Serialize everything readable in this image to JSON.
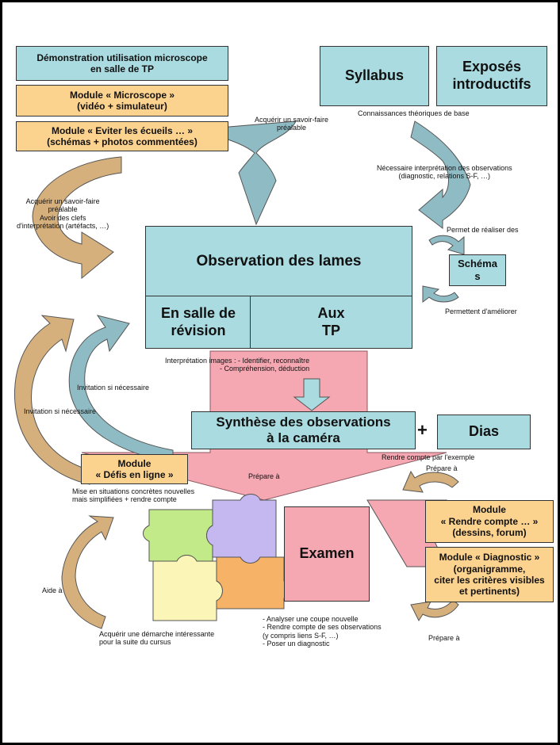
{
  "boxes": {
    "demo": "Démonstration utilisation microscope\nen salle de TP",
    "module_microscope": "Module « Microscope »\n(vidéo + simulateur)",
    "module_ecueils": "Module « Eviter les écueils … »\n(schémas + photos commentées)",
    "syllabus": "Syllabus",
    "exposes": "Exposés\nintroductifs",
    "observation": "Observation des lames",
    "salle_revision": "En salle de\nrévision",
    "aux_tp": "Aux\nTP",
    "schemas": "Schéma\ns",
    "synthese": "Synthèse des observations\nà la caméra",
    "plus": "+",
    "dias": "Dias",
    "defis": "Module\n« Défis en ligne »",
    "examen": "Examen",
    "rendre_compte_module": "Module\n« Rendre compte … »\n(dessins, forum)",
    "diagnostic_module": "Module « Diagnostic »\n(organigramme,\nciter les critères visibles\net pertinents)"
  },
  "labels": {
    "acquerir_top": "Acquérir un savoir-faire\npréalable",
    "connaissances": "Connaissances théoriques de base",
    "necessaire": "Nécessaire interprétation des observations\n(diagnostic, relations S-F, …)",
    "acquerir_left": "Acquérir un savoir-faire\npréalable\nAvoir des clefs\nd'interprétation (artéfacts, …)",
    "permet_realiser": "Permet de réaliser des",
    "permettent_ameliorer": "Permettent d'améliorer",
    "interpretation": "Interprétation images : - Identifier, reconnaître\n- Compréhension, déduction",
    "invitation_1": "Invitation si nécessaire",
    "invitation_2": "Invitation si nécessaire",
    "rendre_compte_ex": "Rendre compte par l'exemple",
    "prepare_a_center": "Prépare à",
    "prepare_a_right_top": "Prépare à",
    "prepare_a_right_bottom": "Prépare à",
    "mise_situations": "Mise en situations concrètes nouvelles\nmais simplifiées + rendre compte",
    "aide_a": "Aide à",
    "acquerir_demarche": "Acquérir une démarche intéressante\npour la suite du cursus",
    "exam_tasks": "- Analyser une coupe nouvelle\n- Rendre compte de ses observations\n(y compris liens S-F, …)\n- Poser un diagnostic"
  },
  "colors": {
    "blue": "#a9dbe0",
    "orange": "#fcd28f",
    "pink": "#f5a7b2",
    "tan": "#d6b07c",
    "teal": "#8fbcc4",
    "puzzle_green": "#c2ea88",
    "puzzle_purple": "#c5b8f0",
    "puzzle_yellow": "#fbf5b8",
    "puzzle_orange": "#f6b267"
  }
}
